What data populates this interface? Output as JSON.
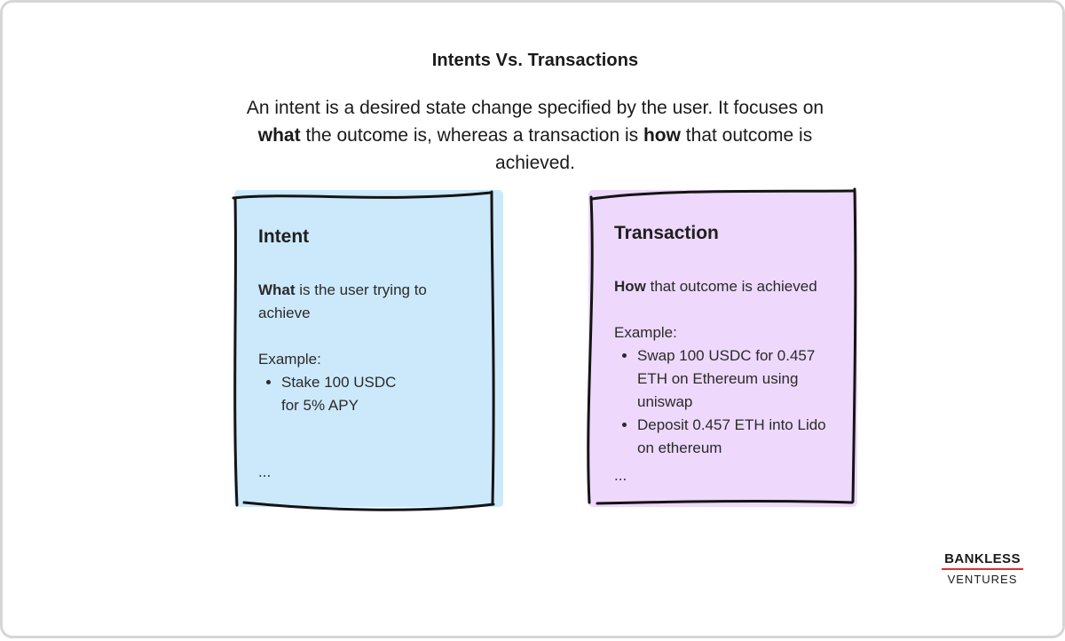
{
  "title": "Intents Vs. Transactions",
  "subtitle": {
    "part1": "An intent is a desired state change specified by the user. It focuses on ",
    "bold1": "what",
    "part2": " the outcome is, whereas a transaction is ",
    "bold2": "how",
    "part3": " that outcome is achieved."
  },
  "intent": {
    "heading": "Intent",
    "desc_bold": "What",
    "desc_rest": " is the user trying to achieve",
    "example_label": "Example:",
    "bullets": [
      "Stake 100 USDC for 5% APY"
    ],
    "ellipsis": "...",
    "fill_color": "#cce9fb"
  },
  "transaction": {
    "heading": "Transaction",
    "desc_bold": "How",
    "desc_rest": " that outcome is achieved",
    "example_label": "Example:",
    "bullets": [
      "Swap 100 USDC for 0.457 ETH on Ethereum using uniswap",
      "Deposit 0.457 ETH into Lido on ethereum"
    ],
    "ellipsis": "...",
    "fill_color": "#eed8fb"
  },
  "logo": {
    "top": "BANKLESS",
    "bottom": "VENTURES",
    "accent_color": "#e0302a"
  }
}
